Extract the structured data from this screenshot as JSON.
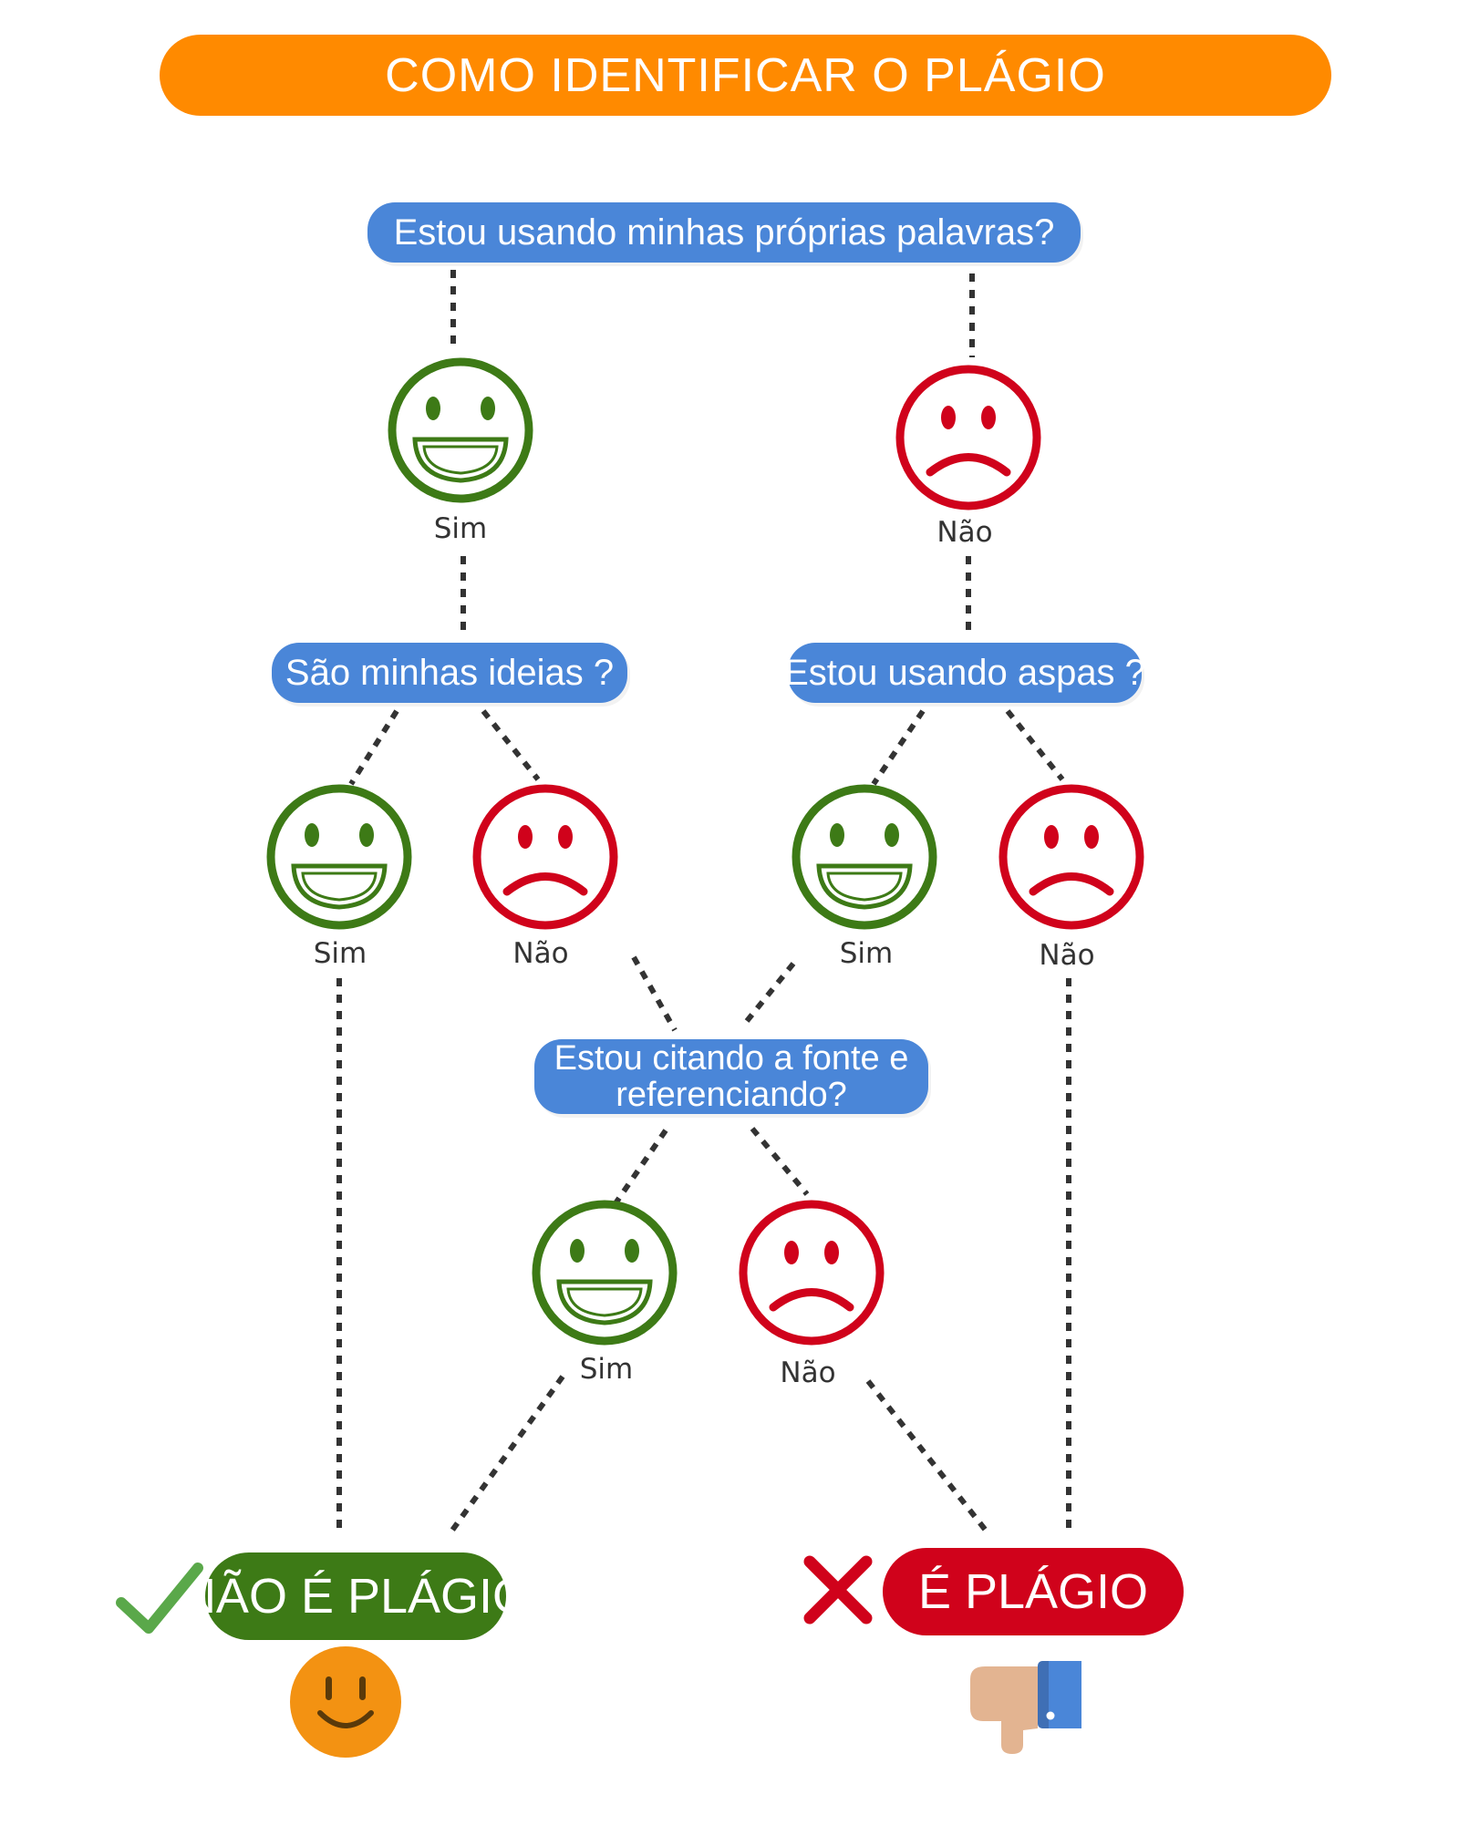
{
  "title": "COMO IDENTIFICAR O PLÁGIO",
  "questions": {
    "q1": "Estou usando minhas próprias palavras?",
    "q2": "São minhas ideias ?",
    "q3": "Estou usando aspas ?",
    "q4": "Estou citando a fonte e referenciando?"
  },
  "labels": {
    "yes": "Sim",
    "no": "Não"
  },
  "results": {
    "not_plagiarism": "NÃO É PLÁGIO",
    "plagiarism": "É PLÁGIO"
  },
  "colors": {
    "title_bg": "#ff8a00",
    "question_bg": "#4a86d8",
    "happy": "#3d7a16",
    "sad": "#d0021b",
    "check": "#5aa84a",
    "cross": "#d0021b",
    "smiley": "#f39212",
    "dots": "#333333"
  },
  "icons": {
    "happy_face": "happy-face-icon",
    "sad_face": "sad-face-icon",
    "check": "check-icon",
    "cross": "cross-icon",
    "smiley": "smiley-icon",
    "thumbs_down": "thumbs-down-icon"
  }
}
